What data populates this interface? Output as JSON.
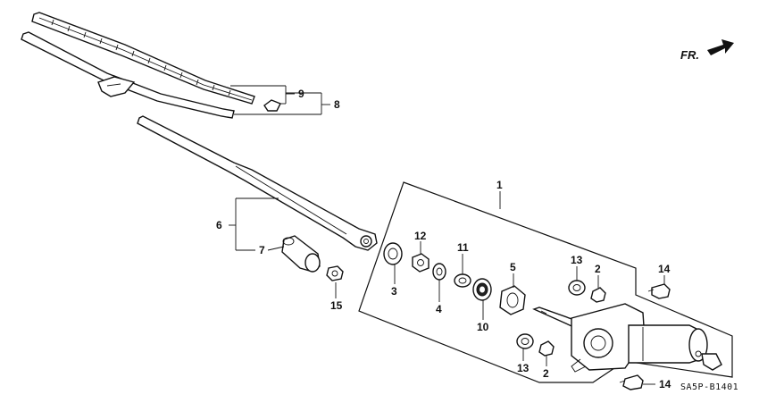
{
  "diagram": {
    "direction_label": "FR.",
    "figure_code": "SA5P-B1401",
    "callouts": {
      "c1": "1",
      "c2a": "2",
      "c2b": "2",
      "c3": "3",
      "c4": "4",
      "c5": "5",
      "c6": "6",
      "c7": "7",
      "c8": "8",
      "c9": "9",
      "c10": "10",
      "c11": "11",
      "c12": "12",
      "c13a": "13",
      "c13b": "13",
      "c14a": "14",
      "c14b": "14",
      "c15": "15"
    }
  }
}
